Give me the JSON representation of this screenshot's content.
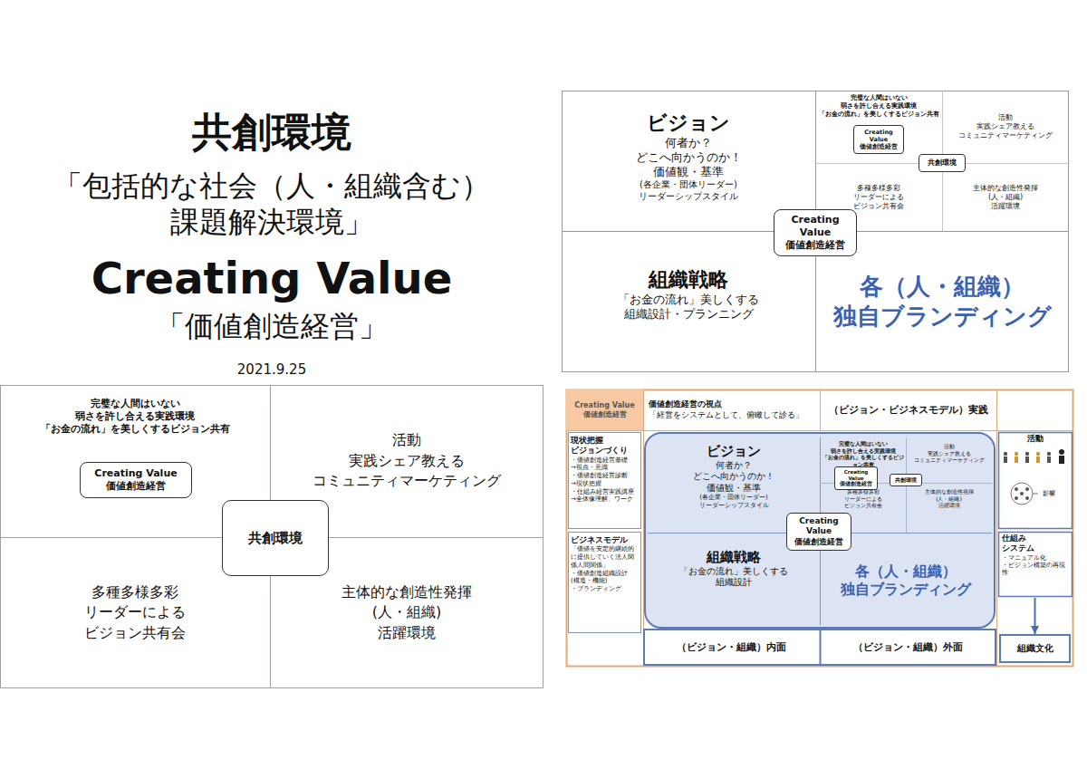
{
  "diagram": {
    "title": "共創環境",
    "nodes": [
      {
        "text": [
          "ビジョン",
          "何者か？ どこへ向かうのか！ 価値観・基準",
          "(各企業・団体リーダー) リーダーシップスタイル"
        ]
      },
      {
        "text": [
          "完璧な人間はいない 弱さを許し合える実践環境 「お金の流れ」を美しくするビジョン共有"
        ]
      },
      {
        "text": [
          "Creating Value 価値創造経営"
        ],
        "in": 1
      },
      {
        "text": [
          "活動 実践シェア教える コミュニティマーケティング"
        ]
      },
      {
        "text": [
          "共創環境"
        ]
      },
      {
        "text": [
          "多種多様多彩 リーダーによる ビジョン共有会"
        ]
      },
      {
        "text": [
          "主体的な創造性発揮 (人・組織) 活躍環境"
        ]
      },
      {
        "text": [
          "組織戦略",
          "「お金の流れ」美しくする 組織設計・プランニング"
        ]
      },
      {
        "text": [
          "各（人・組織） 独自ブランディング"
        ]
      },
      {
        "text": [
          "Creating Value 価値創造経営"
        ]
      },
      {
        "text": [
          "完璧な人間はいない 弱さを許し合える実践環境 「お金の流れ」を美しくするビジョン共有"
        ]
      },
      {
        "text": [
          "Creating Value 価値創造経営"
        ],
        "in": 10
      },
      {
        "text": [
          "活動 実践シェア教える コミュニティマーケティング"
        ]
      },
      {
        "text": [
          "共創環境"
        ]
      },
      {
        "text": [
          "多種多様多彩 リーダーによる ビジョン共有会"
        ]
      },
      {
        "text": [
          "主体的な創造性発揮 (人・組織) 活躍環境"
        ]
      },
      {
        "text": [
          "Creating Value 価値創造経営"
        ]
      },
      {
        "text": [
          "価値創造経営の視点",
          "「経営をシステムとして、俯瞰して診る」"
        ]
      },
      {
        "text": [
          "（ビジョン・ビジネスモデル）実践"
        ]
      },
      {
        "text": [
          "現状把握 ビジョンづくり",
          "・価値創造経営基礎 →視点・意識 ・価値創造経営診断 →現状把握 ・仕組み経営実践講座 →全体像理解、ワーク"
        ]
      },
      {
        "text": [
          "ビジネスモデル",
          "「価値を安定的継続的に提供していく法人関係人間関係」 ・価値創造組織設計 (構造・機能) ・ブランディング"
        ]
      },
      {
        "text": [
          "ビジョン",
          "何者か？ どこへ向かうのか！ 価値観・基準",
          "(各企業・団体リーダー) リーダーシップスタイル"
        ]
      },
      {
        "text": [
          "完璧な人間はいない 弱さを許し合える実践環境 「お金の流れ」を美しくするビジョン共有"
        ]
      },
      {
        "text": [
          "Creating Value 価値創造経営"
        ],
        "in": 22
      },
      {
        "text": [
          "活動 実践シェア教える コミュニティマーケティング"
        ]
      },
      {
        "text": [
          "共創環境"
        ]
      },
      {
        "text": [
          "多種多様多彩 リーダーによる ビジョン共有会"
        ]
      },
      {
        "text": [
          "主体的な創造性発揮 (人・組織) 活躍環境"
        ]
      },
      {
        "text": [
          "組織戦略",
          "「お金の流れ」美しくする 組織設計"
        ]
      },
      {
        "text": [
          "各（人・組織） 独自ブランディング"
        ]
      },
      {
        "text": [
          "Creating Value 価値創造経営"
        ]
      },
      {
        "text": [
          "（ビジョン・組織）内面"
        ]
      },
      {
        "text": [
          "（ビジョン・組織）外面"
        ]
      },
      {
        "text": [
          "活動"
        ]
      },
      {
        "text": [
          "仕組み システム",
          "・マニュアル化 ・ビジョン構築の再現性"
        ]
      },
      {
        "text": [
          "組織文化"
        ]
      }
    ],
    "edges": [
      {
        "from": 34,
        "to": 35,
        "arrow": "to"
      }
    ],
    "labels": [
      "「包括的な社会（人・組織含む） 課題解決環境」",
      "Creating Value",
      "「価値創造経営」",
      "2021.9.25",
      "影響"
    ]
  }
}
